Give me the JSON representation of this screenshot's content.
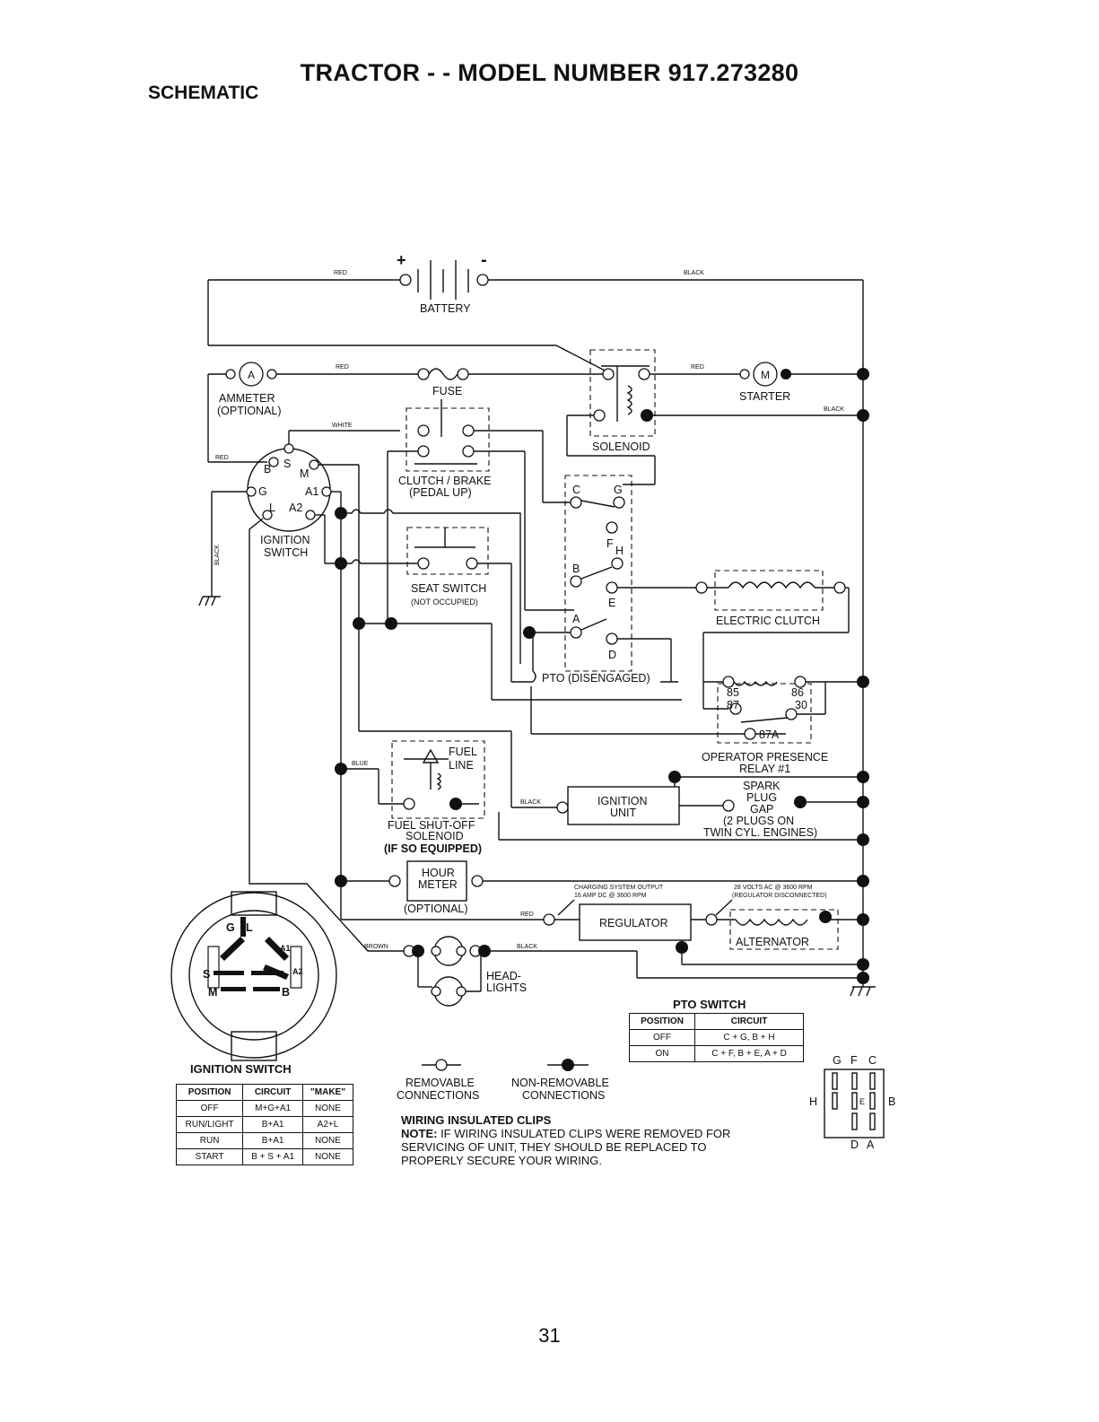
{
  "title": "TRACTOR - - MODEL NUMBER 917.273280",
  "subtitle": "SCHEMATIC",
  "wire_colors": {
    "red": "RED",
    "black": "BLACK",
    "white": "WHITE",
    "blue": "BLUE",
    "brown": "BROWN"
  },
  "battery": {
    "label": "BATTERY",
    "plus": "+",
    "minus": "-"
  },
  "ammeter": {
    "letter": "A",
    "label1": "AMMETER",
    "label2": "(OPTIONAL)"
  },
  "fuse": {
    "label": "FUSE"
  },
  "solenoid": {
    "label": "SOLENOID"
  },
  "starter": {
    "letter": "M",
    "label": "STARTER"
  },
  "ignition_switch": {
    "label1": "IGNITION",
    "label2": "SWITCH",
    "terminals": [
      "B",
      "S",
      "M",
      "G",
      "A1",
      "L",
      "A2"
    ],
    "face_labels": [
      "G",
      "L",
      "A1",
      "A2",
      "S",
      "M",
      "B"
    ]
  },
  "clutch_brake": {
    "label1": "CLUTCH / BRAKE",
    "label2": "(PEDAL UP)"
  },
  "seat_switch": {
    "label1": "SEAT SWITCH",
    "label2": "(NOT OCCUPIED)"
  },
  "pto": {
    "label": "PTO (DISENGAGED)",
    "terminals": [
      "C",
      "G",
      "F",
      "H",
      "B",
      "E",
      "A",
      "D"
    ]
  },
  "electric_clutch": {
    "label": "ELECTRIC CLUTCH"
  },
  "relay": {
    "terminals": [
      "85",
      "86",
      "87",
      "30",
      "87A"
    ],
    "label1": "OPERATOR PRESENCE",
    "label2": "RELAY #1"
  },
  "fuel_solenoid": {
    "fuel_line1": "FUEL",
    "fuel_line2": "LINE",
    "label1": "FUEL SHUT-OFF",
    "label2": "SOLENOID",
    "label3": "(IF SO EQUIPPED)"
  },
  "ignition_unit": {
    "label1": "IGNITION",
    "label2": "UNIT"
  },
  "spark_plug": {
    "label1": "SPARK",
    "label2": "PLUG",
    "label3": "GAP",
    "label4": "(2 PLUGS ON",
    "label5": "TWIN CYL. ENGINES)"
  },
  "hour_meter": {
    "label1": "HOUR",
    "label2": "METER",
    "label3": "(OPTIONAL)"
  },
  "charging": {
    "output1": "CHARGING SYSTEM OUTPUT",
    "output2": "16 AMP DC @ 3600 RPM",
    "volts1": "28 VOLTS AC @ 3600 RPM",
    "volts2": "(REGULATOR DISCONNECTED)"
  },
  "regulator": {
    "label": "REGULATOR"
  },
  "alternator": {
    "label": "ALTERNATOR"
  },
  "headlights": {
    "label1": "HEAD-",
    "label2": "LIGHTS"
  },
  "legend": {
    "removable1": "REMOVABLE",
    "removable2": "CONNECTIONS",
    "nonremovable1": "NON-REMOVABLE",
    "nonremovable2": "CONNECTIONS"
  },
  "clips": {
    "heading": "WIRING INSULATED CLIPS",
    "note_label": "NOTE:",
    "note_line1": " IF WIRING INSULATED CLIPS WERE REMOVED FOR",
    "note_line2": "SERVICING OF UNIT, THEY SHOULD BE REPLACED TO",
    "note_line3": "PROPERLY SECURE YOUR WIRING."
  },
  "ignition_table": {
    "title": "IGNITION SWITCH",
    "headers": [
      "POSITION",
      "CIRCUIT",
      "\"MAKE\""
    ],
    "rows": [
      [
        "OFF",
        "M+G+A1",
        "NONE"
      ],
      [
        "RUN/LIGHT",
        "B+A1",
        "A2+L"
      ],
      [
        "RUN",
        "B+A1",
        "NONE"
      ],
      [
        "START",
        "B + S + A1",
        "NONE"
      ]
    ]
  },
  "pto_table": {
    "title": "PTO SWITCH",
    "headers": [
      "POSITION",
      "CIRCUIT"
    ],
    "rows": [
      [
        "OFF",
        "C + G, B + H"
      ],
      [
        "ON",
        "C + F, B + E, A + D"
      ]
    ]
  },
  "pto_connector": {
    "top": [
      "G",
      "F",
      "C"
    ],
    "left": "H",
    "center": "E",
    "right": "B",
    "bottom": [
      "D",
      "A"
    ]
  },
  "page_number": "31"
}
